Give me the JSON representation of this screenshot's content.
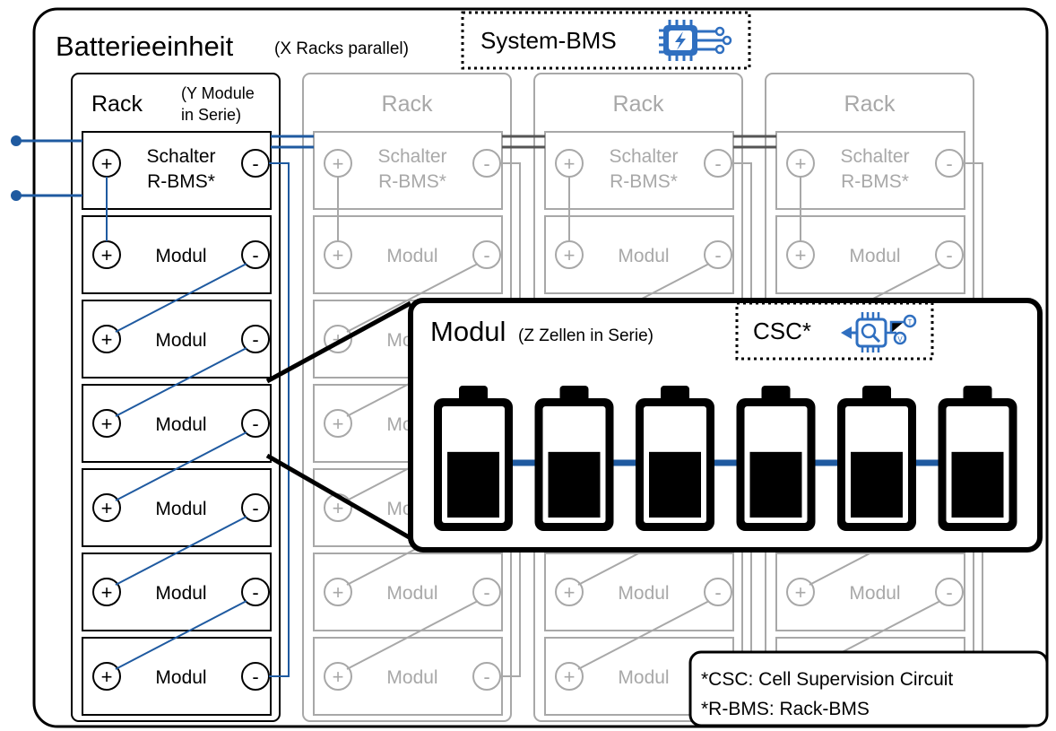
{
  "unit": {
    "title": "Batterieeinheit",
    "subtitle": "(X Racks parallel)"
  },
  "system_bms": {
    "label": "System-BMS",
    "icon": "chip-lightning-icon"
  },
  "rack": {
    "title": "Rack",
    "note_line1": "(Y Module",
    "note_line2": "in Serie)",
    "switch_line1": "Schalter",
    "switch_line2": "R-BMS*",
    "module_label": "Modul",
    "plus": "+",
    "minus": "-"
  },
  "rack_count": 4,
  "modules_per_rack": 6,
  "module_detail": {
    "title": "Modul",
    "subtitle": "(Z Zellen in Serie)",
    "csc_label": "CSC*",
    "csc_icon": "csc-sensor-icon",
    "cell_count": 6,
    "cell_charge_fraction": 0.62
  },
  "legend": {
    "line1": "*CSC: Cell Supervision Circuit",
    "line2": "*R-BMS: Rack-BMS"
  },
  "colors": {
    "connector_blue": "#1f5aa0",
    "accent_blue": "#2f6fc0",
    "faded_gray": "#a8a8a8",
    "dark_gray": "#555555",
    "black": "#000000"
  }
}
